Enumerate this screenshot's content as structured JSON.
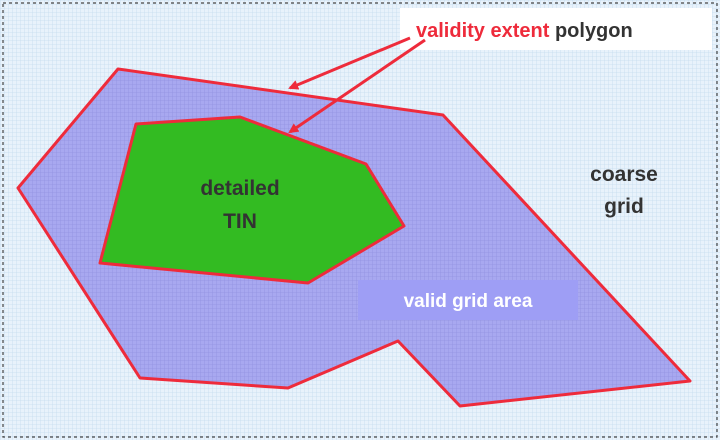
{
  "title": {
    "highlight": "validity extent",
    "rest": " polygon"
  },
  "labels": {
    "coarse_line1": "coarse",
    "coarse_line2": "grid",
    "tin_line1": "detailed",
    "tin_line2": "TIN",
    "valid_area": "valid grid area"
  },
  "colors": {
    "background": "#e8f2fb",
    "grid_line": "#c6dcef",
    "valid_area_fill": "#a8a8f0",
    "valid_area_grid": "#9090e0",
    "tin_fill": "#33bb22",
    "outline_red": "#ee2b3b",
    "text_dark": "#333333",
    "label_box_fill": "#9e9ef5",
    "label_box_text": "#ffffff"
  },
  "icons": {
    "pointer": "red-arrow"
  }
}
